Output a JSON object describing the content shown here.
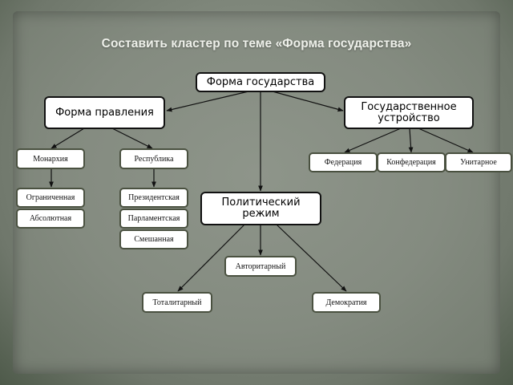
{
  "title": "Составить кластер по теме «Форма государства»",
  "root": "Форма государства",
  "form_of_government": {
    "label": "Форма правления",
    "monarchy": "Монархия",
    "monarchy_types": [
      "Ограниченная",
      "Абсолютная"
    ],
    "republic": "Республика",
    "republic_types": [
      "Президентская",
      "Парламентская",
      "Смешанная"
    ]
  },
  "state_structure": {
    "label": "Государственное устройство",
    "types": [
      "Федерация",
      "Конфедерация",
      "Унитарное"
    ]
  },
  "political_regime": {
    "label": "Политический режим",
    "authoritarian": "Авторитарный",
    "totalitarian": "Тоталитарный",
    "democracy": "Демократия"
  }
}
